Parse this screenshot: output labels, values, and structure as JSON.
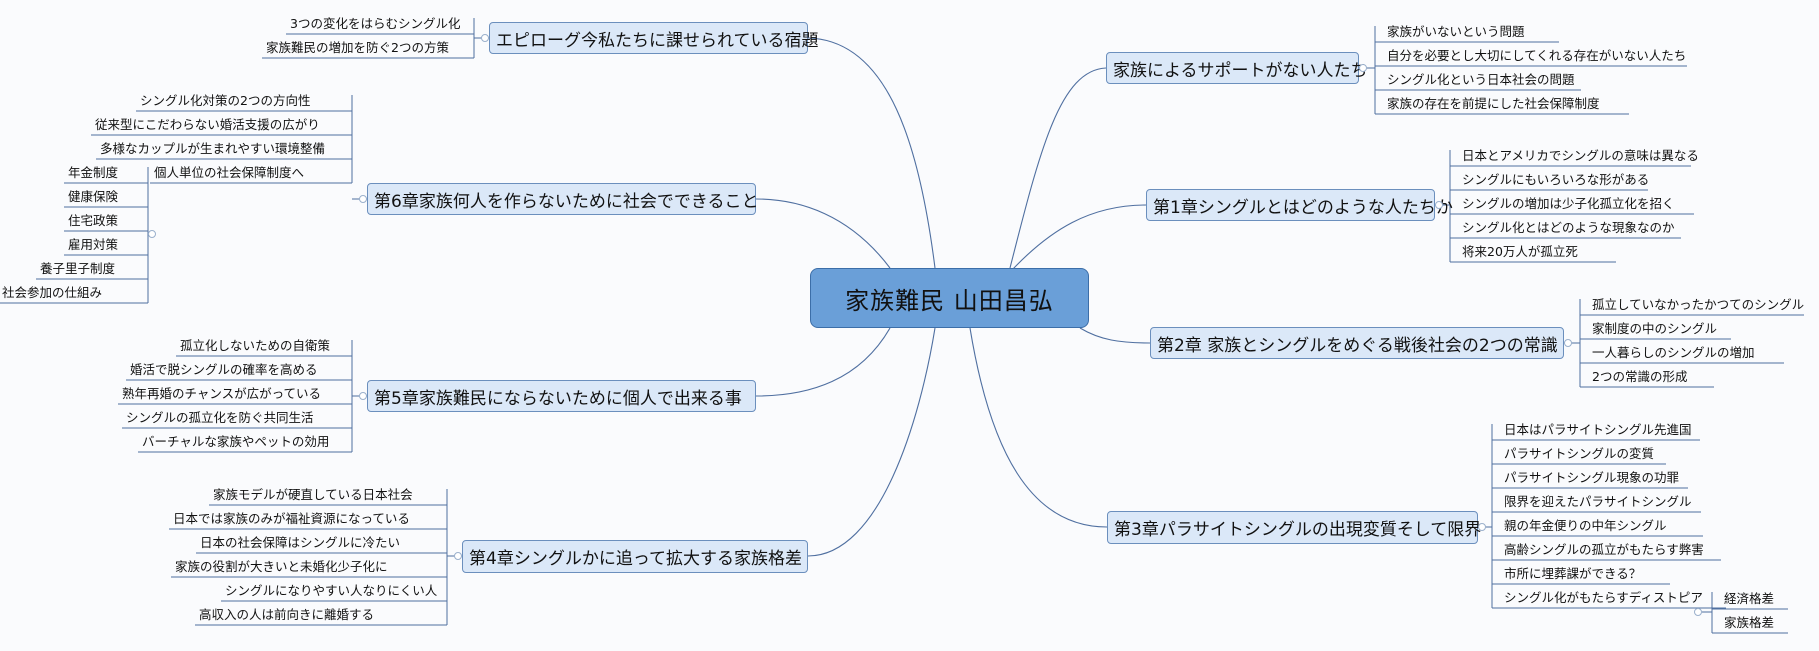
{
  "central": {
    "title": "家族難民 山田昌弘"
  },
  "right": [
    {
      "label": "家族によるサポートがない人たち",
      "children": [
        "家族がいないという問題",
        "自分を必要とし大切にしてくれる存在がいない人たち",
        "シングル化という日本社会の問題",
        "家族の存在を前提にした社会保障制度"
      ]
    },
    {
      "label": "第1章シングルとはどのような人たちか",
      "children": [
        "日本とアメリカでシングルの意味は異なる",
        "シングルにもいろいろな形がある",
        "シングルの増加は少子化孤立化を招く",
        "シングル化とはどのような現象なのか",
        "将来20万人が孤立死"
      ]
    },
    {
      "label": "第2章 家族とシングルをめぐる戦後社会の2つの常識",
      "children": [
        "孤立していなかったかつてのシングル",
        "家制度の中のシングル",
        "一人暮らしのシングルの増加",
        "2つの常識の形成"
      ]
    },
    {
      "label": "第3章パラサイトシングルの出現変質そして限界",
      "children": [
        "日本はパラサイトシングル先進国",
        "パラサイトシングルの変質",
        "パラサイトシングル現象の功罪",
        "限界を迎えたパラサイトシングル",
        "親の年金便りの中年シングル",
        "高齢シングルの孤立がもたらす弊害",
        "市所に埋葬課ができる？",
        "シングル化がもたらすディストピア"
      ],
      "sub": [
        "経済格差",
        "家族格差"
      ]
    }
  ],
  "left": [
    {
      "label": "エピローグ今私たちに課せられている宿題",
      "children": [
        "3つの変化をはらむシングル化",
        "家族難民の増加を防ぐ2つの方策"
      ]
    },
    {
      "label": "第6章家族何人を作らないために社会でできること",
      "children": [
        "シングル化対策の2つの方向性",
        "従来型にこだわらない婚活支援の広がり",
        "多様なカップルが生まれやすい環境整備",
        "個人単位の社会保障制度へ"
      ],
      "sub": [
        "年金制度",
        "健康保険",
        "住宅政策",
        "雇用対策",
        "養子里子制度",
        "社会参加の仕組み"
      ]
    },
    {
      "label": "第5章家族難民にならないために個人で出来る事",
      "children": [
        "孤立化しないための自衛策",
        "婚活で脱シングルの確率を高める",
        "熟年再婚のチャンスが広がっている",
        "シングルの孤立化を防ぐ共同生活",
        "バーチャルな家族やペットの効用"
      ]
    },
    {
      "label": "第4章シングルかに追って拡大する家族格差",
      "children": [
        "家族モデルが硬直している日本社会",
        "日本では家族のみが福祉資源になっている",
        "日本の社会保障はシングルに冷たい",
        "家族の役割が大きいと未婚化少子化に",
        "シングルになりやすい人なりにくい人",
        "高収入の人は前向きに離婚する"
      ]
    }
  ]
}
